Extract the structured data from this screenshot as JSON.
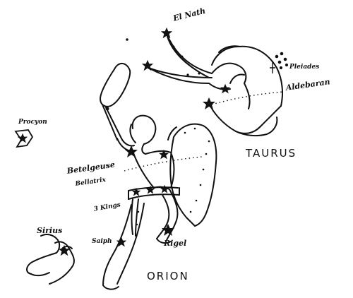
{
  "labels": {
    "el_nath": "El Nath",
    "pleiades": "Pleiades",
    "aldebaran": "Aldebaran",
    "procyon": "Procyon",
    "taurus": "TAURUS",
    "betelgeuse": "Betelgeuse",
    "bellatrix": "Bellatrix",
    "three_kings": "3 Kings",
    "sirius": "Sirius",
    "saiph": "Saiph",
    "rigel": "Rigel",
    "orion": "ORION"
  },
  "colors": {
    "ink": "#111111",
    "paper": "#ffffff"
  }
}
